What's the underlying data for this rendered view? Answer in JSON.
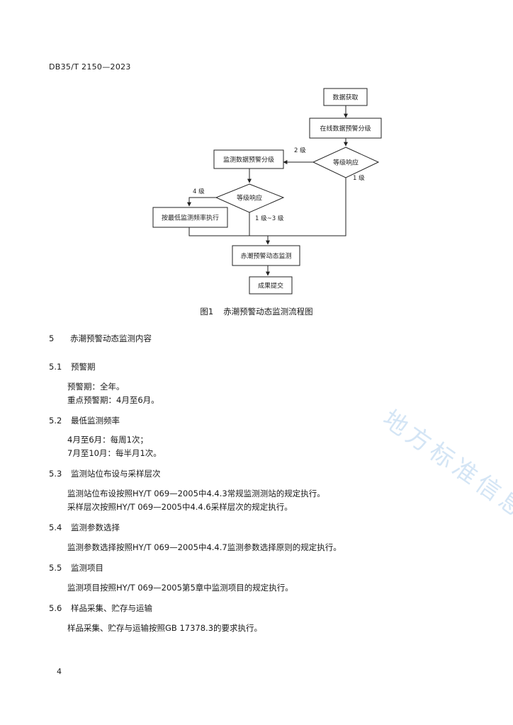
{
  "header": {
    "doc_code": "DB35/T 2150—2023"
  },
  "flowchart": {
    "boxes": {
      "acquire": "数据获取",
      "online_grading": "在线数据预警分级",
      "monitor_grading": "监测数据预警分级",
      "min_freq": "按最低监测频率执行",
      "dynamic_monitor": "赤潮预警动态监测",
      "submit": "成果提交"
    },
    "decisions": {
      "response_1": "等级响应",
      "response_2": "等级响应"
    },
    "labels": {
      "level2": "2 级",
      "level1": "1 级",
      "level4": "4 级",
      "level1to3": "1 级~3 级"
    }
  },
  "figure": {
    "number": "图1",
    "title": "赤潮预警动态监测流程图"
  },
  "sections": [
    {
      "num": "5",
      "title": "赤潮预警动态监测内容"
    },
    {
      "num": "5.1",
      "title": "预警期",
      "lines": [
        "预警期：全年。",
        "重点预警期：4月至6月。"
      ]
    },
    {
      "num": "5.2",
      "title": "最低监测频率",
      "lines": [
        "4月至6月：每周1次；",
        "7月至10月：每半月1次。"
      ]
    },
    {
      "num": "5.3",
      "title": "监测站位布设与采样层次",
      "lines": [
        "监测站位布设按照HY/T 069—2005中4.4.3常规监测测站的规定执行。",
        "采样层次按照HY/T 069—2005中4.4.6采样层次的规定执行。"
      ]
    },
    {
      "num": "5.4",
      "title": "监测参数选择",
      "lines": [
        "监测参数选择按照HY/T 069—2005中4.4.7监测参数选择原则的规定执行。"
      ]
    },
    {
      "num": "5.5",
      "title": "监测项目",
      "lines": [
        "监测项目按照HY/T 069—2005第5章中监测项目的规定执行。"
      ]
    },
    {
      "num": "5.6",
      "title": "样品采集、贮存与运输",
      "lines": [
        "样品采集、贮存与运输按照GB 17378.3的要求执行。"
      ]
    }
  ],
  "footer": {
    "page_number": "4"
  },
  "watermark": {
    "text": "地方标准信息服务平台"
  }
}
